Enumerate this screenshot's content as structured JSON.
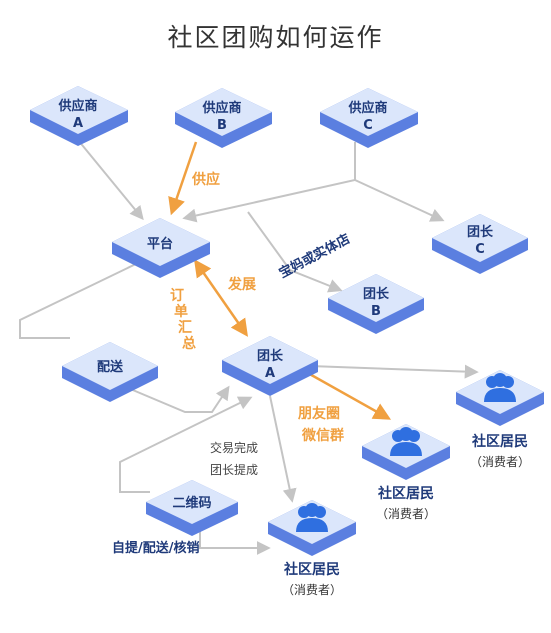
{
  "title": "社区团购如何运作",
  "nodes": {
    "supplier_a": {
      "line1": "供应商",
      "line2": "A"
    },
    "supplier_b": {
      "line1": "供应商",
      "line2": "B"
    },
    "supplier_c": {
      "line1": "供应商",
      "line2": "C"
    },
    "platform": {
      "line1": "平台"
    },
    "delivery": {
      "line1": "配送"
    },
    "leader_a": {
      "line1": "团长",
      "line2": "A"
    },
    "leader_b": {
      "line1": "团长",
      "line2": "B"
    },
    "leader_c": {
      "line1": "团长",
      "line2": "C"
    },
    "qrcode": {
      "line1": "二维码"
    }
  },
  "residents": [
    {
      "label": "社区居民",
      "sub": "（消费者）"
    },
    {
      "label": "社区居民",
      "sub": "（消费者）"
    },
    {
      "label": "社区居民",
      "sub": "（消费者）"
    }
  ],
  "edge_labels": {
    "supply": "供应",
    "develop": "发展",
    "order_summary": [
      "订",
      "单",
      "汇",
      "总"
    ],
    "mom_store": "宝妈或实体店",
    "moments_1": "朋友圈",
    "moments_2": "微信群",
    "trade_1": "交易完成",
    "trade_2": "团长提成",
    "pickup": "自提/配送/核销"
  },
  "colors": {
    "tile_top": "#dbe6fb",
    "tile_side": "#5b7fe0",
    "arrow_gray": "#c4c4c4",
    "arrow_orange": "#f0a040",
    "text_blue": "#1f3a7a",
    "person_blue": "#2f6fe0"
  },
  "icons": [
    "person-group-icon"
  ]
}
